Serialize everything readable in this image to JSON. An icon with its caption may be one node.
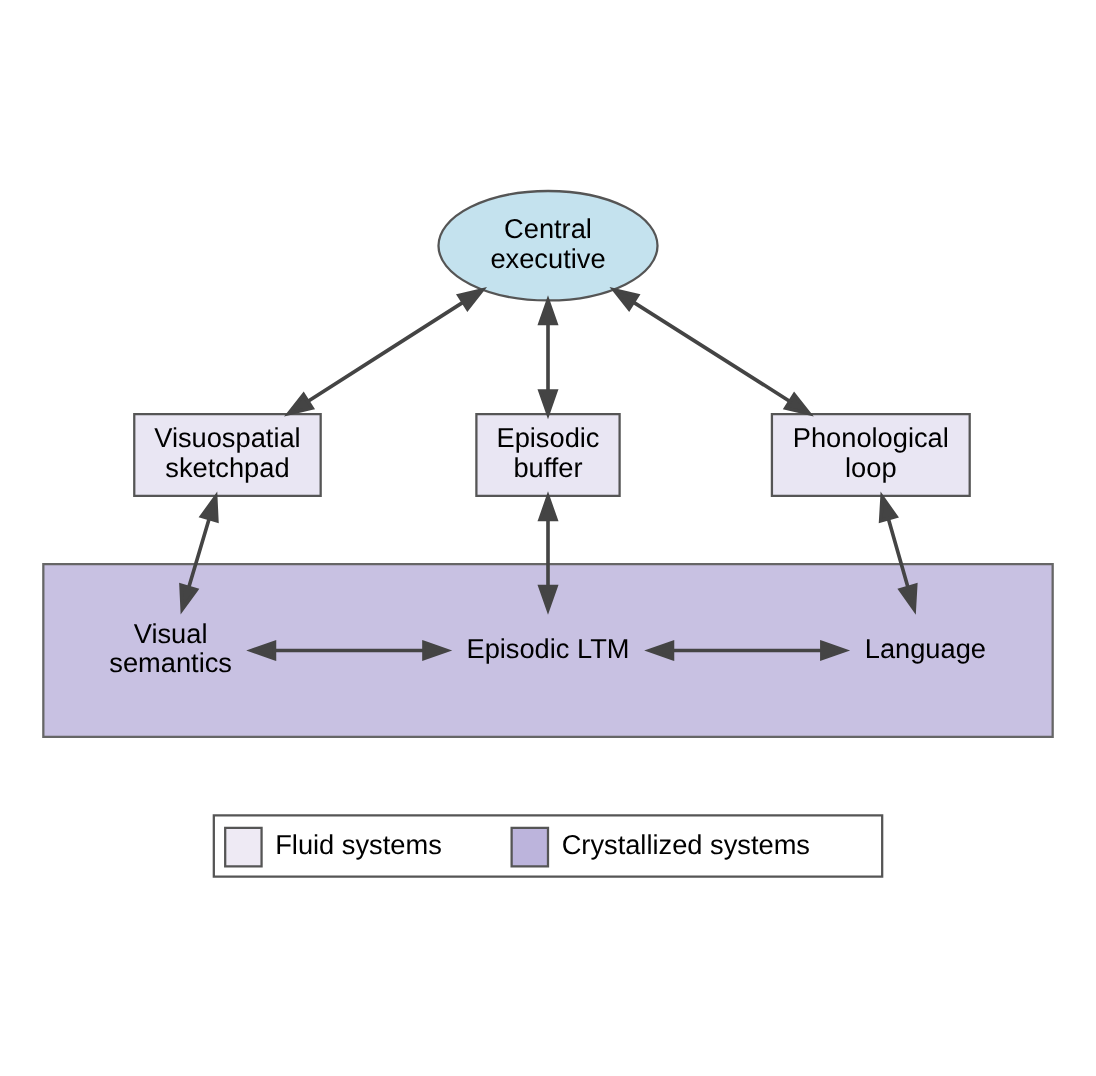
{
  "diagram": {
    "nodes": [
      {
        "text": [
          "Central executive"
        ]
      },
      {
        "text": [
          "Visuospatial sketchpad"
        ]
      },
      {
        "text": [
          "Episodic buffer"
        ]
      },
      {
        "text": [
          "Phonological loop"
        ]
      },
      {
        "text": [],
        "shape": "box"
      },
      {
        "text": [
          "Visual semantics"
        ],
        "in": 4
      },
      {
        "text": [
          "Episodic LTM"
        ],
        "in": 4
      },
      {
        "text": [
          "Language"
        ],
        "in": 4
      }
    ],
    "edges": [
      {
        "from": 0,
        "to": 1,
        "arrow": "both"
      },
      {
        "from": 0,
        "to": 2,
        "arrow": "both"
      },
      {
        "from": 0,
        "to": 3,
        "arrow": "both"
      },
      {
        "from": 1,
        "to": 5,
        "arrow": "both"
      },
      {
        "from": 2,
        "to": 6,
        "arrow": "both"
      },
      {
        "from": 3,
        "to": 7,
        "arrow": "both"
      },
      {
        "from": 5,
        "to": 6,
        "arrow": "both"
      },
      {
        "from": 6,
        "to": 7,
        "arrow": "both"
      }
    ],
    "legend": [
      {
        "text": "Fluid systems",
        "color": "#eeeaf4"
      },
      {
        "text": "Crystallized systems",
        "color": "#bcb4dc"
      }
    ]
  }
}
